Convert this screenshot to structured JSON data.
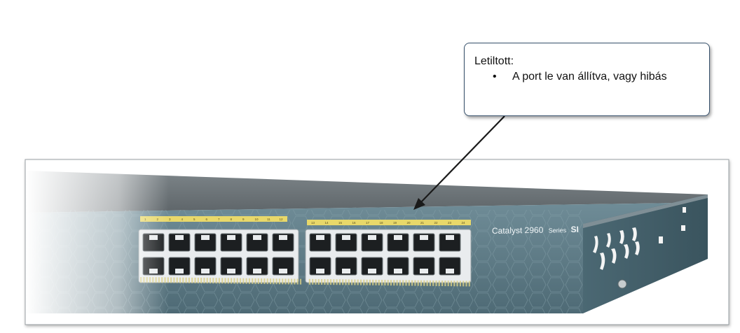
{
  "callout": {
    "title": "Letiltott:",
    "bullet": "•",
    "items": [
      "A port le van állítva, vagy hibás"
    ]
  },
  "device": {
    "model_text": "Catalyst 2960",
    "series_text": "Series",
    "series_suffix": "SI",
    "port_labels_left": [
      "1",
      "2",
      "3",
      "4",
      "5",
      "6",
      "7",
      "8",
      "9",
      "10",
      "11",
      "12"
    ],
    "port_labels_right": [
      "13",
      "14",
      "15",
      "16",
      "17",
      "18",
      "19",
      "20",
      "21",
      "22",
      "23",
      "24"
    ]
  },
  "colors": {
    "chassis_top": "#6d7478",
    "faceplate": "#5d7a85",
    "port_label_strip": "#e8d86a",
    "callout_border": "#36506b",
    "arrow": "#1a1a1a"
  }
}
